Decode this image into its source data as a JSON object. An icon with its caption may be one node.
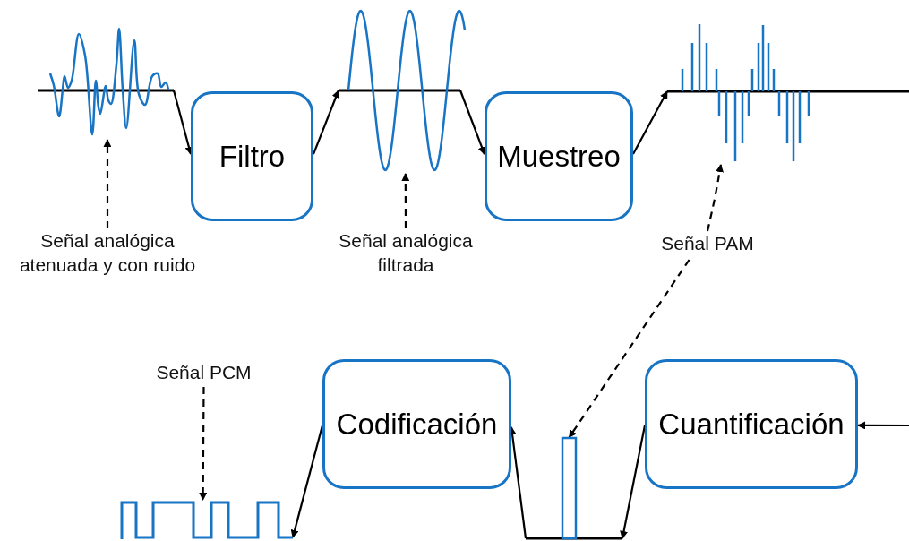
{
  "diagram": {
    "nodes": [
      {
        "text": [
          "Señal analógica atenuada y con ruido"
        ]
      },
      {
        "text": [],
        "shape": "waveform"
      },
      {
        "text": [
          "Filtro"
        ]
      },
      {
        "text": [],
        "shape": "waveform"
      },
      {
        "text": [
          "Señal analógica filtrada"
        ]
      },
      {
        "text": [
          "Muestreo"
        ]
      },
      {
        "text": [],
        "shape": "waveform"
      },
      {
        "text": [
          "Señal PAM"
        ]
      },
      {
        "text": [
          "Cuantificación"
        ]
      },
      {
        "text": [],
        "shape": "waveform"
      },
      {
        "text": [
          "Codificación"
        ]
      },
      {
        "text": [],
        "shape": "waveform"
      },
      {
        "text": [
          "Señal PCM"
        ]
      }
    ],
    "edges": [
      {
        "from": 1,
        "to": 2,
        "arrow": "to"
      },
      {
        "from": 2,
        "to": 3,
        "arrow": "to"
      },
      {
        "from": 3,
        "to": 5,
        "arrow": "to"
      },
      {
        "from": 5,
        "to": 6,
        "arrow": "to"
      },
      {
        "from": null,
        "to": 8,
        "arrow": "to"
      },
      {
        "from": 8,
        "to": 9,
        "arrow": "to"
      },
      {
        "from": 9,
        "to": 10,
        "arrow": "to"
      },
      {
        "from": 10,
        "to": 11,
        "arrow": "to"
      },
      {
        "from": 0,
        "to": 1,
        "arrow": "to",
        "style": "dashed"
      },
      {
        "from": 4,
        "to": 3,
        "arrow": "to",
        "style": "dashed"
      },
      {
        "from": 7,
        "to": 6,
        "arrow": "to",
        "style": "dashed"
      },
      {
        "from": 7,
        "to": 9,
        "arrow": "to",
        "style": "dashed"
      },
      {
        "from": 12,
        "to": 11,
        "arrow": "to",
        "style": "dashed"
      }
    ]
  }
}
